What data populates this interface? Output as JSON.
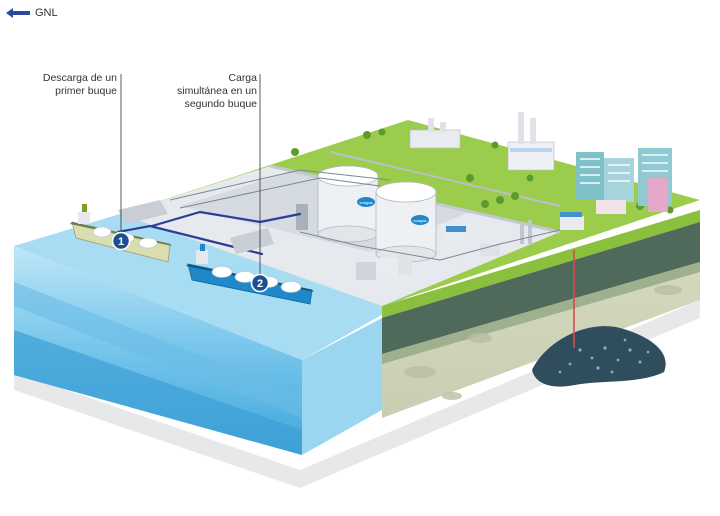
{
  "legend": {
    "icon": "arrow-left-icon",
    "label": "GNL",
    "color": "#2b4a9a"
  },
  "callouts": [
    {
      "number": "1",
      "lines": [
        "Descarga de un",
        "primer buque"
      ]
    },
    {
      "number": "2",
      "lines": [
        "Carga",
        "simultánea en un",
        "segundo buque"
      ]
    }
  ],
  "tank_logo": "enagas",
  "colors": {
    "water": "#8fd0ee",
    "grass": "#9ccc4c",
    "concrete": "#dfe3e8",
    "pipe": "#2b3f9a",
    "ship_hull_1": "#d9ddb0",
    "ship_hull_2": "#1e88c8",
    "reservoir": "#2f4d5c"
  }
}
